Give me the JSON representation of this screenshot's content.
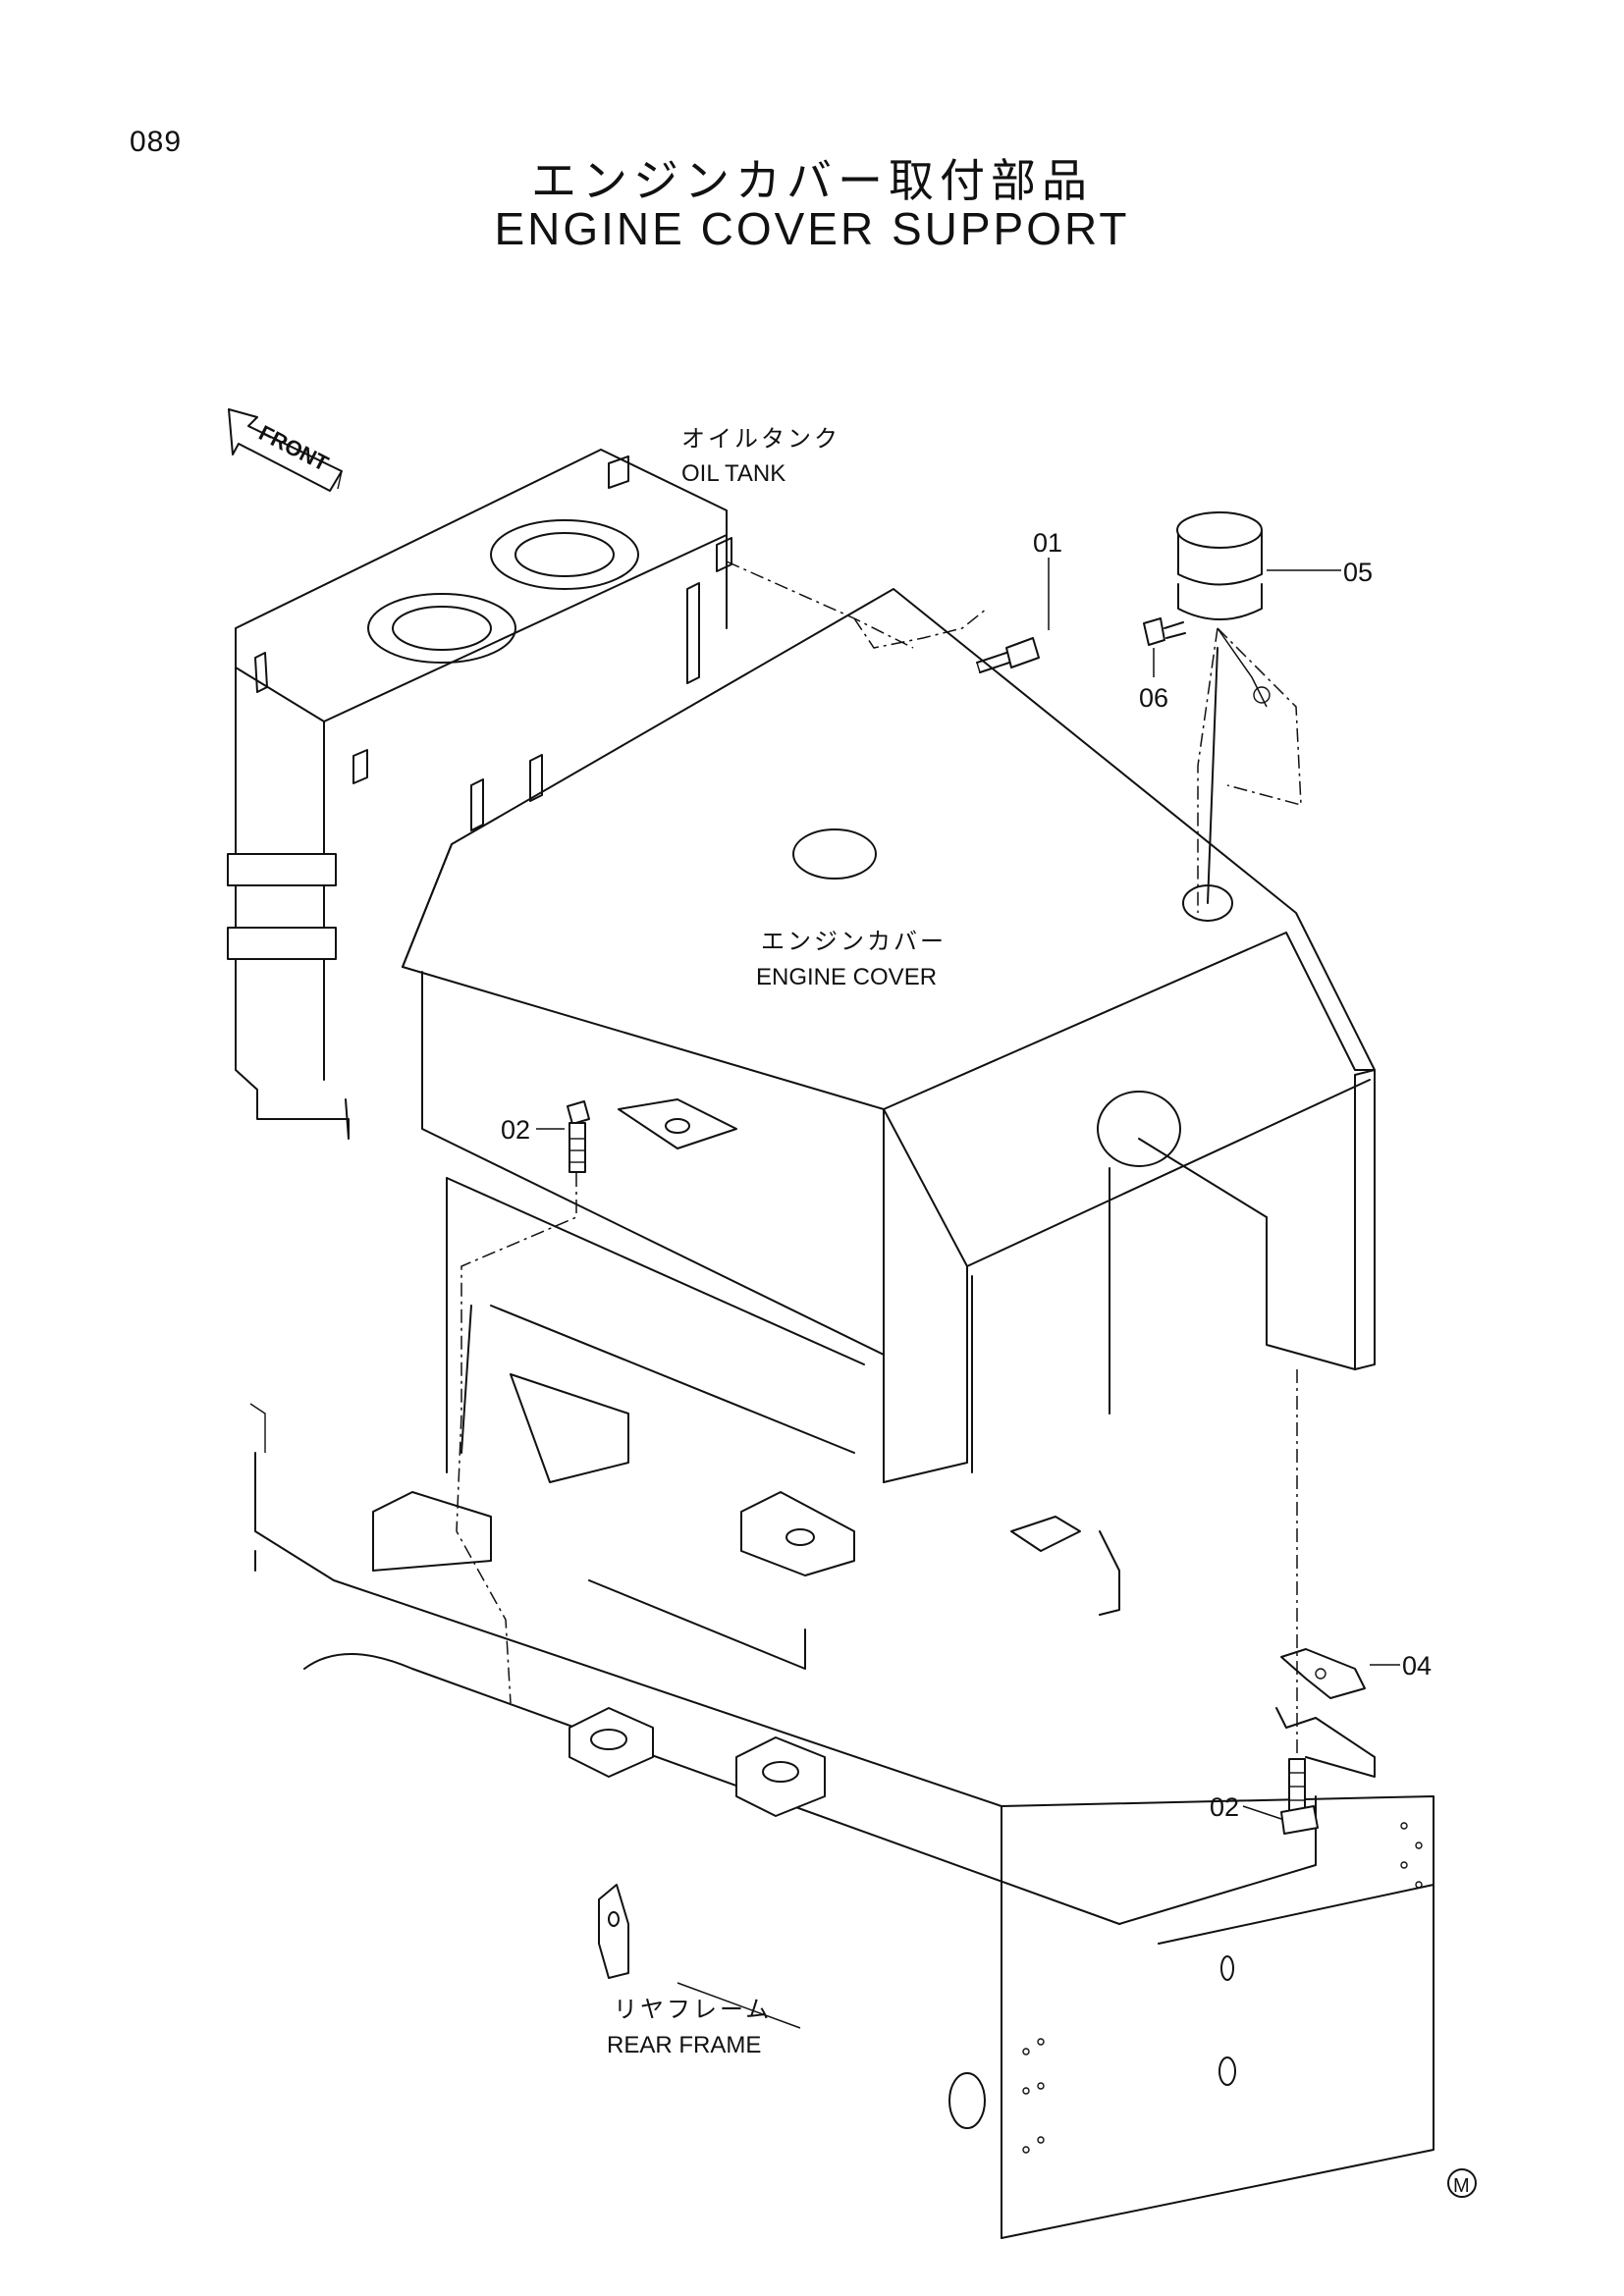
{
  "page_number": "089",
  "title": {
    "jp": "エンジンカバー取付部品",
    "en": "ENGINE COVER SUPPORT"
  },
  "front_arrow": {
    "label": "FRONT"
  },
  "components": {
    "oil_tank": {
      "jp": "オイルタンク",
      "en": "OIL TANK"
    },
    "engine_cover": {
      "jp": "エンジンカバー",
      "en": "ENGINE COVER"
    },
    "rear_frame": {
      "jp": "リヤフレーム",
      "en": "REAR FRAME"
    }
  },
  "callouts": [
    {
      "id": "01",
      "label": "01"
    },
    {
      "id": "05",
      "label": "05"
    },
    {
      "id": "06",
      "label": "06"
    },
    {
      "id": "02a",
      "label": "02"
    },
    {
      "id": "04",
      "label": "04"
    },
    {
      "id": "02b",
      "label": "02"
    }
  ],
  "corner_mark": "M",
  "colors": {
    "ink": "#111111",
    "paper": "#ffffff"
  }
}
